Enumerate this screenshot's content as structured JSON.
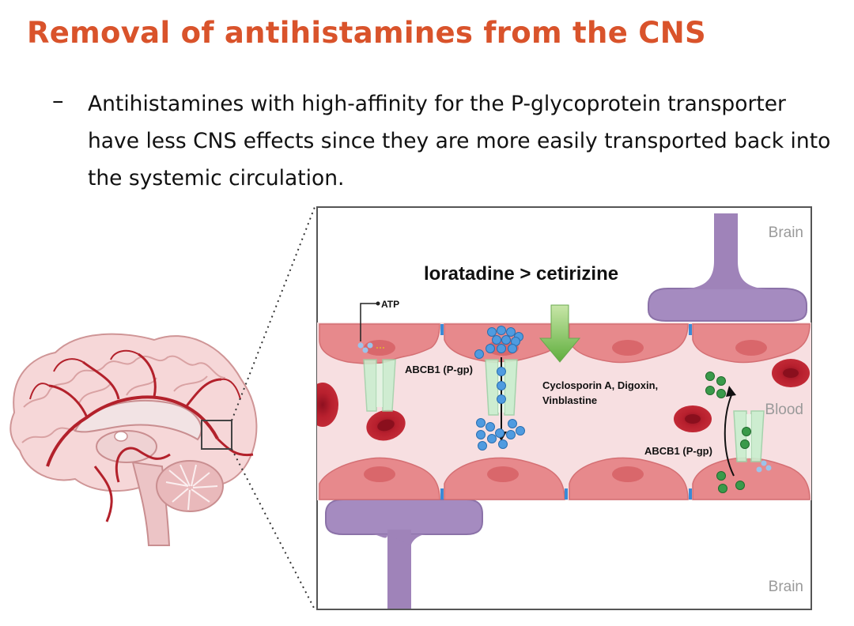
{
  "slide": {
    "title": "Removal of antihistamines from the CNS",
    "bullet_marker": "–",
    "bullet_text": "Antihistamines with high-affinity for the P-glycoprotein transporter have less CNS effects since they are more easily transported back into the systemic circulation."
  },
  "diagram": {
    "headline": "loratadine > cetirizine",
    "label_brain_top": "Brain",
    "label_brain_bottom": "Brain",
    "label_blood": "Blood",
    "label_atp": "ATP",
    "label_transporter_left": "ABCB1 (P-gp)",
    "label_transporter_right": "ABCB1 (P-gp)",
    "label_substrates_line1": "Cyclosporin A, Digoxin,",
    "label_substrates_line2": "Vinblastine"
  },
  "colors": {
    "title": "#d9532b",
    "vessel_lumen": "#f7dfe1",
    "endothelial_cell": "#e7898c",
    "nucleus": "#d9676b",
    "astrocyte": "#9f83b9",
    "transporter": "#c9efcf",
    "substrate_blue": "#3f8fd6",
    "substrate_green": "#2e8b3e",
    "red_blood_cell": "#b41f2d",
    "arrow_green": "#6fbf4a"
  },
  "icons": [
    "brain-illustration",
    "green-down-arrow",
    "red-blood-cell",
    "p-gp-transporter",
    "astrocyte-foot"
  ]
}
